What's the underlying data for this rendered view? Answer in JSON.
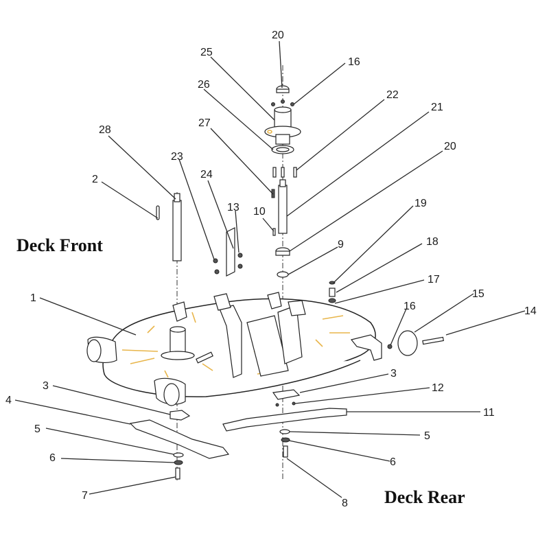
{
  "diagram": {
    "type": "exploded-parts-diagram",
    "subject": "Mower deck assembly",
    "labels": {
      "front": "Deck Front",
      "rear": "Deck Rear"
    },
    "callouts": [
      {
        "id": "c20a",
        "number": "20"
      },
      {
        "id": "c25",
        "number": "25"
      },
      {
        "id": "c16a",
        "number": "16"
      },
      {
        "id": "c26",
        "number": "26"
      },
      {
        "id": "c22",
        "number": "22"
      },
      {
        "id": "c21",
        "number": "21"
      },
      {
        "id": "c28",
        "number": "28"
      },
      {
        "id": "c27",
        "number": "27"
      },
      {
        "id": "c20b",
        "number": "20"
      },
      {
        "id": "c23",
        "number": "23"
      },
      {
        "id": "c24",
        "number": "24"
      },
      {
        "id": "c2",
        "number": "2"
      },
      {
        "id": "c13",
        "number": "13"
      },
      {
        "id": "c10",
        "number": "10"
      },
      {
        "id": "c19",
        "number": "19"
      },
      {
        "id": "c9",
        "number": "9"
      },
      {
        "id": "c18",
        "number": "18"
      },
      {
        "id": "c17",
        "number": "17"
      },
      {
        "id": "c1",
        "number": "1"
      },
      {
        "id": "c15",
        "number": "15"
      },
      {
        "id": "c16b",
        "number": "16"
      },
      {
        "id": "c14",
        "number": "14"
      },
      {
        "id": "c3a",
        "number": "3"
      },
      {
        "id": "c3b",
        "number": "3"
      },
      {
        "id": "c12",
        "number": "12"
      },
      {
        "id": "c4",
        "number": "4"
      },
      {
        "id": "c11",
        "number": "11"
      },
      {
        "id": "c5a",
        "number": "5"
      },
      {
        "id": "c5b",
        "number": "5"
      },
      {
        "id": "c6a",
        "number": "6"
      },
      {
        "id": "c6b",
        "number": "6"
      },
      {
        "id": "c7",
        "number": "7"
      },
      {
        "id": "c8",
        "number": "8"
      }
    ]
  }
}
